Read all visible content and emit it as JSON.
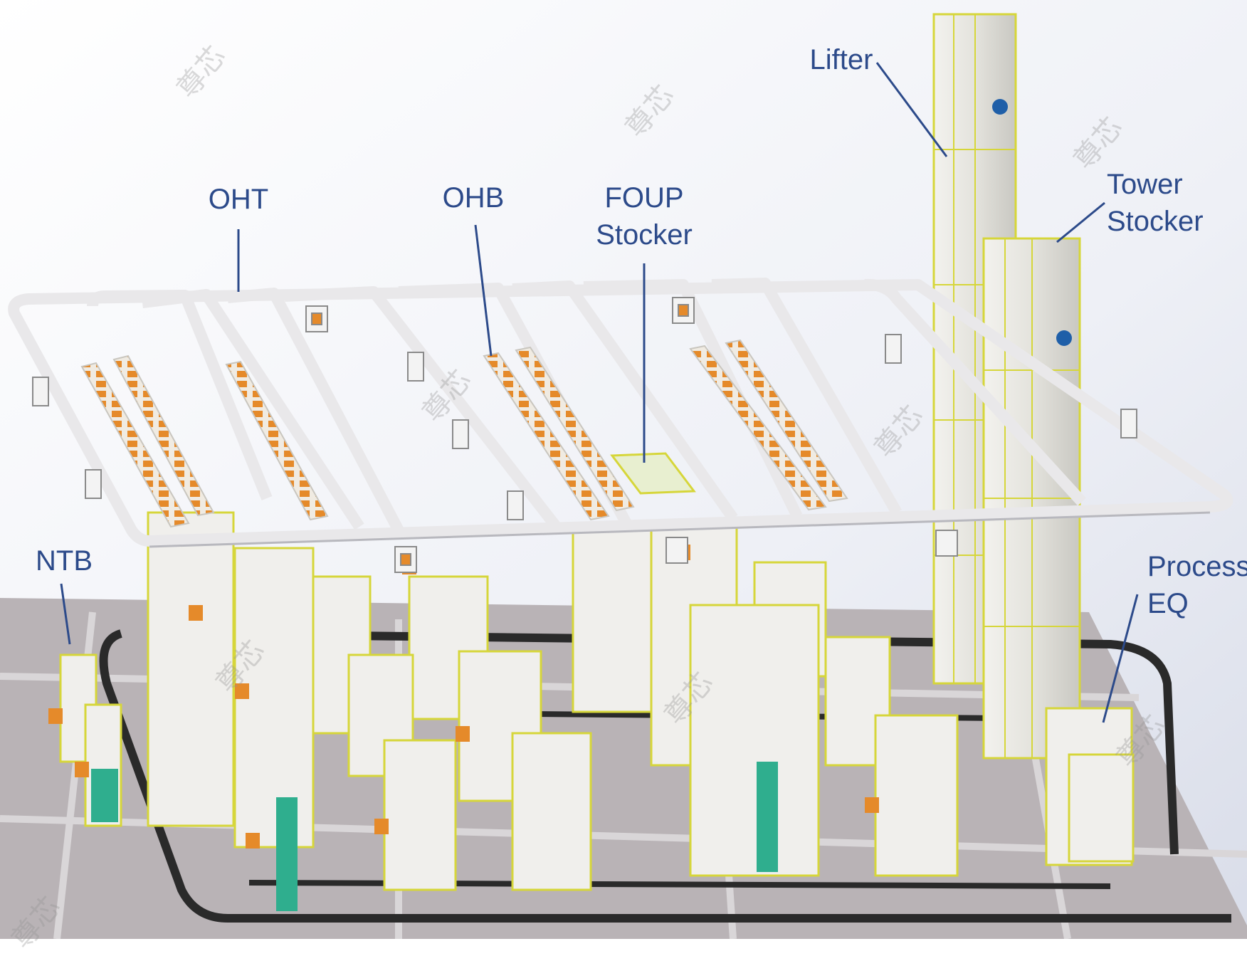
{
  "diagram": {
    "labels": {
      "oht": "OHT",
      "ohb": "OHB",
      "foup_stocker": [
        "FOUP",
        "Stocker"
      ],
      "lifter": "Lifter",
      "tower_stocker": [
        "Tower",
        "Stocker"
      ],
      "ntb": "NTB",
      "process_eq": [
        "Process",
        "EQ"
      ]
    },
    "watermark": "尊芯",
    "colors": {
      "label_text": "#2c4a8a",
      "leader_line": "#2c4a8a",
      "rail": "#e9e8ea",
      "floor": "#b9b3b6",
      "floor_grid": "#d9d6d8",
      "equipment_body": "#f0efec",
      "equipment_edge": "#d6d63a",
      "foup": "#e58a2a",
      "door": "#2fae8e",
      "floor_track": "#2a2a2a",
      "logo": "#1f5fa8"
    }
  }
}
